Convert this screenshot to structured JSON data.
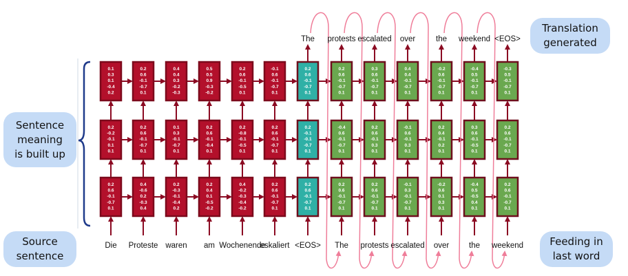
{
  "colors": {
    "encoder_fill": "#b3102b",
    "encoder_border": "#7c0a1c",
    "bridge_fill": "#2fb0a6",
    "decoder_fill": "#6aa84f",
    "decoder_border": "#6e0f1d",
    "arrow": "#8b0a22",
    "feedback_loop": "#ef7d99",
    "brace": "#1f3a8a",
    "bubble": "#c5dbf6"
  },
  "labels": {
    "translation_generated": "Translation\ngenerated",
    "sentence_meaning": "Sentence\nmeaning\nis built up",
    "source_sentence": "Source\nsentence",
    "feeding_last_word": "Feeding in\nlast word"
  },
  "source_words": [
    "Die",
    "Proteste",
    "waren",
    "am",
    "Wochenende",
    "eskaliert",
    "<EOS>",
    "The",
    "protests",
    "escalated",
    "over",
    "the",
    "weekend"
  ],
  "output_words": [
    "The",
    "protests",
    "escalated",
    "over",
    "the",
    "weekend",
    "<EOS>"
  ],
  "columns": [
    {
      "type": "encoder",
      "cells": [
        [
          "0.1",
          "0.3",
          "0.1",
          "-0.4",
          "0.2"
        ],
        [
          "0.2",
          "-0.2",
          "-0.1",
          "0.1",
          "0.1"
        ],
        [
          "0.2",
          "0.6",
          "-0.1",
          "-0.7",
          "0.1"
        ]
      ]
    },
    {
      "type": "encoder",
      "cells": [
        [
          "0.2",
          "0.6",
          "-0.1",
          "-0.7",
          "0.1"
        ],
        [
          "0.2",
          "0.6",
          "-0.1",
          "-0.7",
          "0.1"
        ],
        [
          "0.4",
          "-0.6",
          "0.2",
          "-0.3",
          "0.4"
        ]
      ]
    },
    {
      "type": "encoder",
      "cells": [
        [
          "0.4",
          "0.4",
          "0.3",
          "-0.2",
          "-0.3"
        ],
        [
          "0.1",
          "0.3",
          "-0.1",
          "-0.7",
          "0.1"
        ],
        [
          "0.2",
          "-0.3",
          "-0.1",
          "-0.4",
          "0.2"
        ]
      ]
    },
    {
      "type": "encoder",
      "cells": [
        [
          "0.5",
          "0.5",
          "0.9",
          "-0.3",
          "-0.2"
        ],
        [
          "0.2",
          "0.6",
          "-0.1",
          "-0.4",
          "0.1"
        ],
        [
          "0.2",
          "0.4",
          "0.1",
          "-0.5",
          "-0.2"
        ]
      ]
    },
    {
      "type": "encoder",
      "cells": [
        [
          "0.2",
          "0.6",
          "-0.1",
          "-0.5",
          "0.1"
        ],
        [
          "0.2",
          "-0.8",
          "-0.1",
          "-0.5",
          "0.1"
        ],
        [
          "0.4",
          "-0.2",
          "-0.3",
          "-0.4",
          "-0.2"
        ]
      ]
    },
    {
      "type": "encoder",
      "cells": [
        [
          "-0.1",
          "0.6",
          "-0.1",
          "-0.7",
          "0.1"
        ],
        [
          "0.2",
          "0.6",
          "-0.1",
          "-0.7",
          "0.1"
        ],
        [
          "0.2",
          "0.6",
          "-0.1",
          "-0.7",
          "0.1"
        ]
      ]
    },
    {
      "type": "bridge",
      "cells": [
        [
          "0.2",
          "0.6",
          "-0.1",
          "-0.7",
          "0.1"
        ],
        [
          "0.2",
          "-0.1",
          "-0.1",
          "-0.7",
          "0.1"
        ],
        [
          "0.2",
          "0.6",
          "-0.1",
          "-0.7",
          "0.1"
        ]
      ]
    },
    {
      "type": "decoder",
      "cells": [
        [
          "0.2",
          "0.6",
          "-0.1",
          "-0.7",
          "0.1"
        ],
        [
          "-0.4",
          "0.6",
          "-0.1",
          "-0.7",
          "0.1"
        ],
        [
          "0.2",
          "0.6",
          "-0.1",
          "-0.7",
          "0.1"
        ]
      ]
    },
    {
      "type": "decoder",
      "cells": [
        [
          "0.3",
          "0.6",
          "-0.1",
          "-0.7",
          "0.1"
        ],
        [
          "0.2",
          "0.6",
          "-0.1",
          "0.3",
          "0.1"
        ],
        [
          "0.2",
          "0.6",
          "-0.1",
          "-0.7",
          "0.1"
        ]
      ]
    },
    {
      "type": "decoder",
      "cells": [
        [
          "0.4",
          "0.4",
          "-0.1",
          "-0.7",
          "0.1"
        ],
        [
          "-0.1",
          "0.6",
          "-0.1",
          "0.3",
          "0.1"
        ],
        [
          "-0.1",
          "0.3",
          "-0.1",
          "-0.7",
          "0.1"
        ]
      ]
    },
    {
      "type": "decoder",
      "cells": [
        [
          "-0.2",
          "0.6",
          "-0.1",
          "-0.7",
          "0.1"
        ],
        [
          "0.2",
          "0.4",
          "-0.1",
          "0.2",
          "0.1"
        ],
        [
          "-0.2",
          "0.6",
          "0.1",
          "0.3",
          "0.1"
        ]
      ]
    },
    {
      "type": "decoder",
      "cells": [
        [
          "-0.4",
          "0.5",
          "-0.1",
          "-0.7",
          "0.1"
        ],
        [
          "0.3",
          "0.6",
          "-0.1",
          "-0.5",
          "0.1"
        ],
        [
          "-0.4",
          "0.5",
          "-0.5",
          "0.4",
          "0.1"
        ]
      ]
    },
    {
      "type": "decoder",
      "cells": [
        [
          "-0.3",
          "0.5",
          "-0.1",
          "-0.7",
          "0.1"
        ],
        [
          "0.2",
          "0.6",
          "-0.1",
          "-0.7",
          "0.1"
        ],
        [
          "0.2",
          "0.6",
          "-0.1",
          "-0.7",
          "0.1"
        ]
      ]
    }
  ]
}
